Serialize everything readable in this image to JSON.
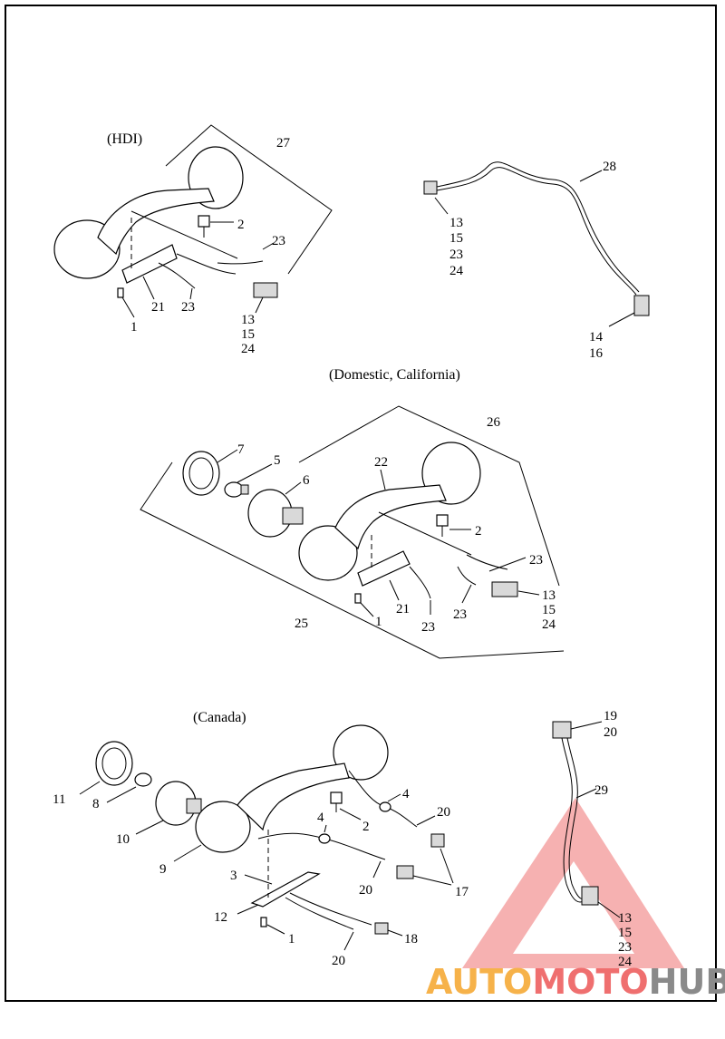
{
  "sections": {
    "hdi": "(HDI)",
    "domestic": "(Domestic, California)",
    "canada": "(Canada)"
  },
  "callouts": {
    "hdi": [
      {
        "id": "c27",
        "text": "27"
      },
      {
        "id": "c2",
        "text": "2"
      },
      {
        "id": "c23a",
        "text": "23"
      },
      {
        "id": "c23b",
        "text": "23"
      },
      {
        "id": "c21",
        "text": "21"
      },
      {
        "id": "c1",
        "text": "1"
      },
      {
        "id": "c13",
        "text": "13"
      },
      {
        "id": "c15",
        "text": "15"
      },
      {
        "id": "c24",
        "text": "24"
      }
    ],
    "harness28": [
      {
        "id": "c28",
        "text": "28"
      },
      {
        "id": "c13",
        "text": "13"
      },
      {
        "id": "c15",
        "text": "15"
      },
      {
        "id": "c23",
        "text": "23"
      },
      {
        "id": "c24",
        "text": "24"
      },
      {
        "id": "c14",
        "text": "14"
      },
      {
        "id": "c16",
        "text": "16"
      }
    ],
    "domestic": [
      {
        "id": "c26",
        "text": "26"
      },
      {
        "id": "c7",
        "text": "7"
      },
      {
        "id": "c5",
        "text": "5"
      },
      {
        "id": "c6",
        "text": "6"
      },
      {
        "id": "c22",
        "text": "22"
      },
      {
        "id": "c2",
        "text": "2"
      },
      {
        "id": "c23a",
        "text": "23"
      },
      {
        "id": "c23b",
        "text": "23"
      },
      {
        "id": "c23c",
        "text": "23"
      },
      {
        "id": "c21",
        "text": "21"
      },
      {
        "id": "c1",
        "text": "1"
      },
      {
        "id": "c25",
        "text": "25"
      },
      {
        "id": "c13",
        "text": "13"
      },
      {
        "id": "c15",
        "text": "15"
      },
      {
        "id": "c24",
        "text": "24"
      }
    ],
    "canada": [
      {
        "id": "c11",
        "text": "11"
      },
      {
        "id": "c8",
        "text": "8"
      },
      {
        "id": "c10",
        "text": "10"
      },
      {
        "id": "c9",
        "text": "9"
      },
      {
        "id": "c4a",
        "text": "4"
      },
      {
        "id": "c4b",
        "text": "4"
      },
      {
        "id": "c2",
        "text": "2"
      },
      {
        "id": "c20a",
        "text": "20"
      },
      {
        "id": "c20b",
        "text": "20"
      },
      {
        "id": "c20c",
        "text": "20"
      },
      {
        "id": "c17",
        "text": "17"
      },
      {
        "id": "c3",
        "text": "3"
      },
      {
        "id": "c12",
        "text": "12"
      },
      {
        "id": "c1",
        "text": "1"
      },
      {
        "id": "c18",
        "text": "18"
      }
    ],
    "harness29": [
      {
        "id": "c19",
        "text": "19"
      },
      {
        "id": "c20",
        "text": "20"
      },
      {
        "id": "c29",
        "text": "29"
      },
      {
        "id": "c13",
        "text": "13"
      },
      {
        "id": "c15",
        "text": "15"
      },
      {
        "id": "c23",
        "text": "23"
      },
      {
        "id": "c24",
        "text": "24"
      }
    ]
  },
  "watermark": {
    "part1": "AUTO",
    "part2": "MOTO",
    "part3": "HUB",
    "color_triangle": "#f08080",
    "color_auto": "#f6b24a",
    "color_moto": "#ef6f6f",
    "color_hub": "#8a8a8a"
  }
}
